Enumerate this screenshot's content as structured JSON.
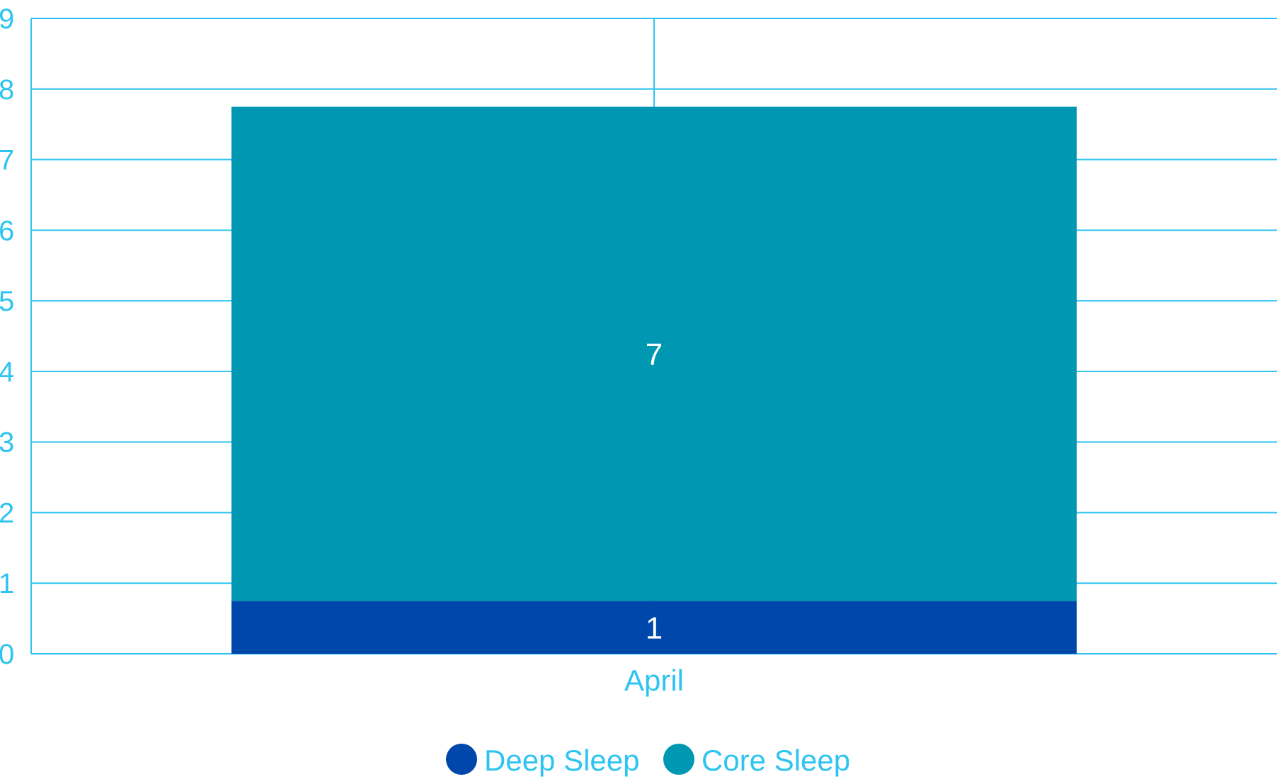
{
  "colors": {
    "axis_text": "#2ec4f1",
    "grid": "#2ec4f1",
    "deep_sleep": "#0047ab",
    "core_sleep": "#0097b2",
    "data_label": "#ffffff",
    "background": "#ffffff"
  },
  "chart_data": {
    "type": "bar",
    "stacked": true,
    "categories": [
      "April"
    ],
    "series": [
      {
        "name": "Deep Sleep",
        "values": [
          0.75
        ],
        "color": "#0047ab",
        "labels": [
          "1"
        ]
      },
      {
        "name": "Core Sleep",
        "values": [
          7.0
        ],
        "color": "#0097b2",
        "labels": [
          "7"
        ]
      }
    ],
    "ylim": [
      0,
      9
    ],
    "yticks": [
      "0",
      "1",
      "2",
      "3",
      "4",
      "5",
      "6",
      "7",
      "8",
      "9"
    ],
    "title": "",
    "xlabel": "",
    "ylabel": "",
    "grid": true,
    "legend_position": "bottom-center"
  }
}
